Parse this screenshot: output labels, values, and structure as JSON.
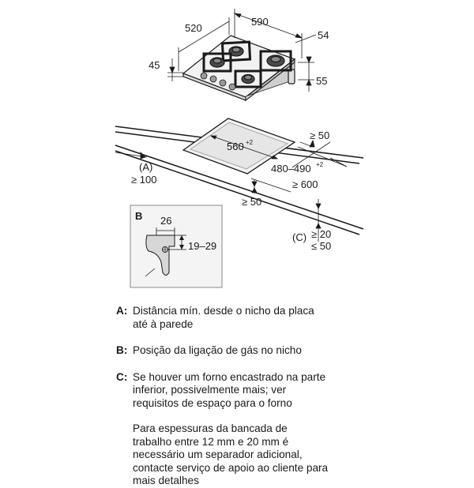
{
  "dimensions": {
    "width": "590",
    "depth": "520",
    "side_offset": "54",
    "height_total": "45",
    "height_below": "55",
    "cutout_width": "560",
    "cutout_width_tol": "+2",
    "cutout_depth": "480–490",
    "cutout_depth_tol": "+2",
    "back_min": "≥ 50",
    "front_min": "≥ 50",
    "side_min": "≥ 100",
    "front_depth_min": "≥ 600",
    "c_min": "≥ 20",
    "c_max": "≤ 50",
    "detail_26": "26",
    "detail_range": "19–29"
  },
  "markers": {
    "a": "(A)",
    "b": "B",
    "c": "(C)"
  },
  "legend": [
    {
      "key": "A:",
      "lines": [
        "Distância mín. desde o nicho da placa",
        "até à parede"
      ]
    },
    {
      "key": "B:",
      "lines": [
        "Posição da ligação de gás no nicho"
      ]
    },
    {
      "key": "C:",
      "lines": [
        "Se houver um forno encastrado na parte",
        "inferior, possivelmente mais; ver",
        "requisitos de espaço para o forno"
      ]
    }
  ],
  "note": [
    "Para espessuras da bancada de",
    "trabalho entre 12 mm e 20 mm é",
    "necessário um separador adicional,",
    "contacte serviço de apoio ao cliente para",
    "mais detalhes"
  ]
}
